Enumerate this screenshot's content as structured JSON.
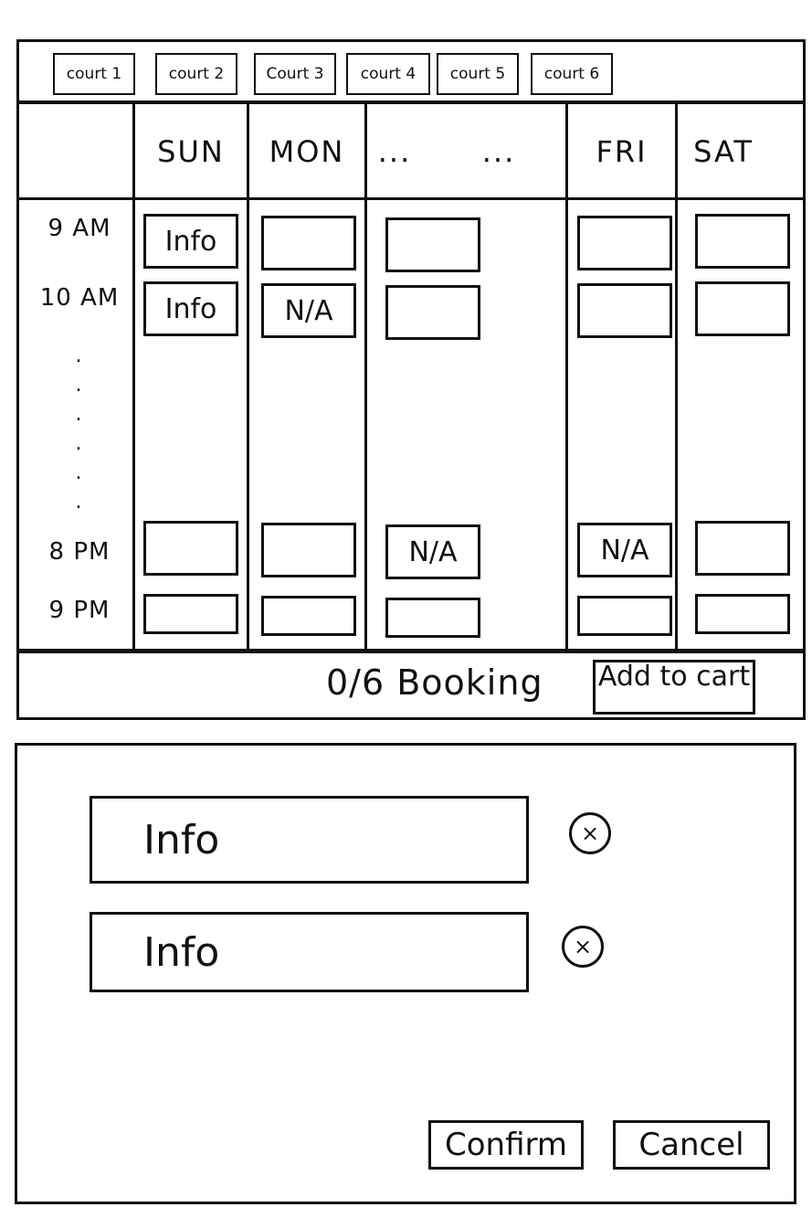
{
  "courts": [
    "court 1",
    "court 2",
    "Court 3",
    "court 4",
    "court 5",
    "court 6"
  ],
  "days": [
    "SUN",
    "MON",
    "...",
    "...",
    "FRI",
    "SAT"
  ],
  "times": [
    "9 AM",
    "10 AM",
    "8 PM",
    "9 PM"
  ],
  "dots": ".\n.\n.\n.\n.\n.",
  "slots": {
    "row_9am": [
      "Info",
      "",
      "",
      "",
      ""
    ],
    "row_10am": [
      "Info",
      "N/A",
      "",
      "",
      ""
    ],
    "row_8pm": [
      "",
      "",
      "N/A",
      "N/A",
      ""
    ],
    "row_9pm": [
      "",
      "",
      "",
      "",
      ""
    ]
  },
  "footer": {
    "booking_count": "0/6 Booking",
    "add_to_cart": "Add to cart"
  },
  "cart": {
    "items": [
      "Info",
      "Info"
    ],
    "remove_glyph": "×",
    "confirm_label": "Confirm",
    "cancel_label": "Cancel"
  }
}
